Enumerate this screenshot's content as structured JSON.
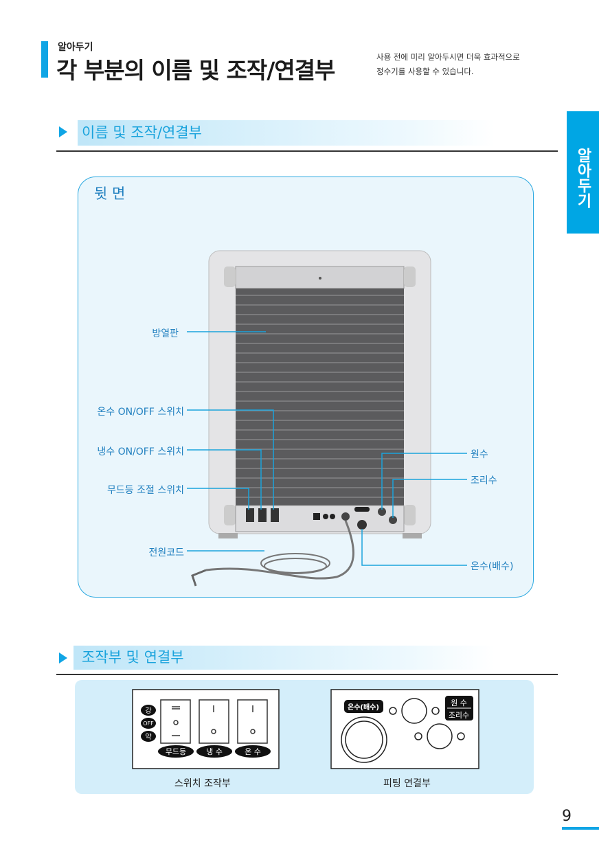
{
  "header": {
    "category": "알아두기",
    "title": "각 부분의 이름 및 조작/연결부",
    "subtitle_lines": [
      "사용 전에 미리 알아두시면 더욱 효과적으로",
      "정수기를 사용할 수 있습니다."
    ]
  },
  "side_tab": "알아두기",
  "section1": {
    "heading": "이름 및 조작/연결부",
    "panel_title": "뒷 면",
    "labels": {
      "heat_sink": "방열판",
      "hot_switch": "온수 ON/OFF 스위치",
      "cold_switch": "냉수 ON/OFF 스위치",
      "mood_switch": "무드등 조절 스위치",
      "power_cord": "전원코드",
      "raw_water": "원수",
      "cooking_water": "조리수",
      "hot_drain": "온수(배수)"
    }
  },
  "section2": {
    "heading": "조작부 및 연결부",
    "switch_panel": {
      "caption": "스위치 조작부",
      "levels": [
        "강",
        "OFF",
        "약"
      ],
      "switch_labels": [
        "무드등",
        "냉 수",
        "온 수"
      ]
    },
    "fitting_panel": {
      "caption": "피팅 연결부",
      "hot_drain_label": "온수(배수)",
      "raw_label": "원 수",
      "cooking_label": "조리수"
    }
  },
  "page_number": "9",
  "colors": {
    "accent": "#10a5e5",
    "label": "#1f7fbf",
    "panel_bg": "#eaf6fc"
  }
}
